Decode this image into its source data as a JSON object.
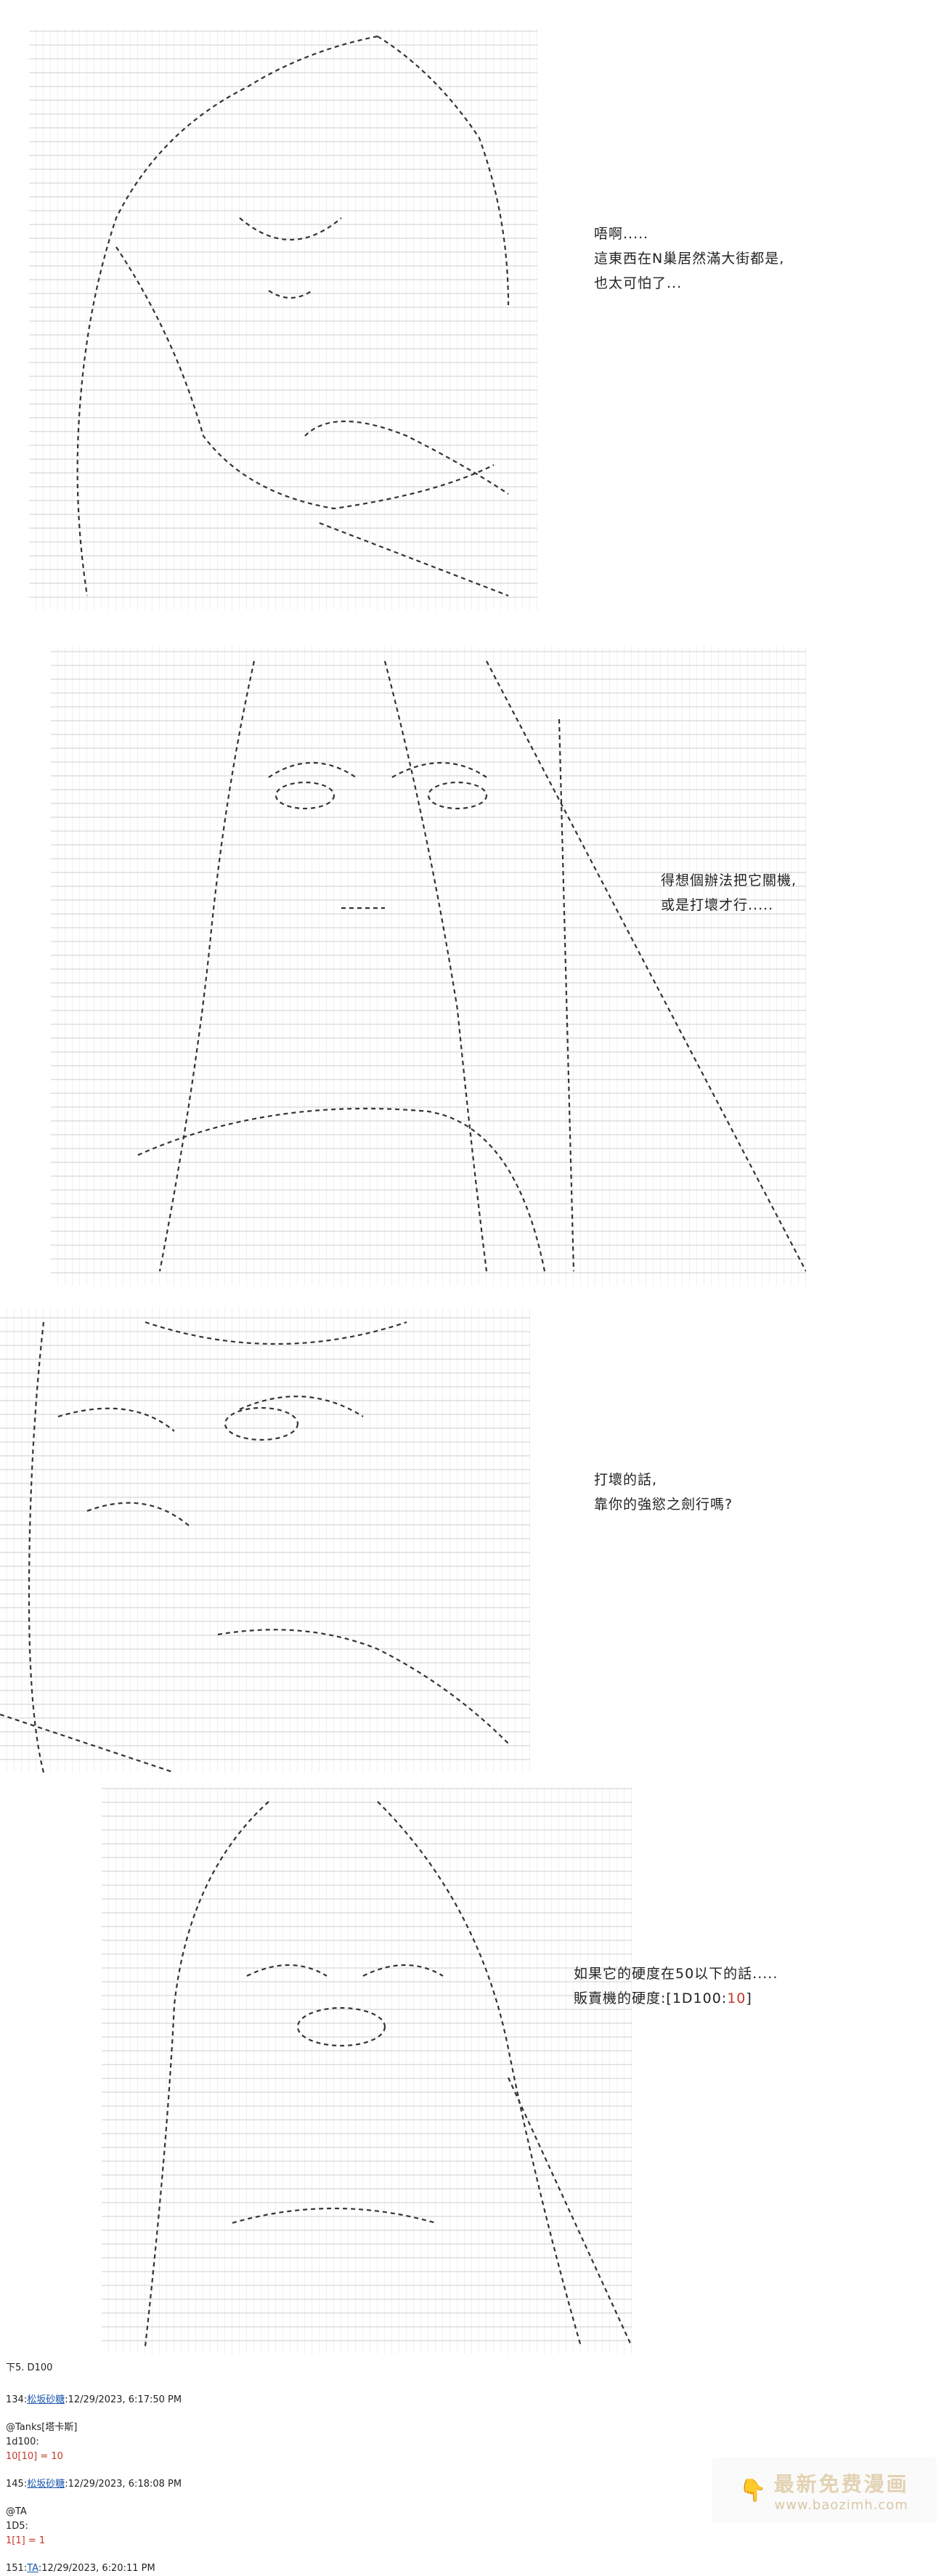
{
  "panels": [
    {
      "lines": [
        "唔啊.....",
        "這東西在N巢居然滿大街都是,",
        "也太可怕了..."
      ]
    },
    {
      "lines": [
        "得想個辦法把它關機,",
        "或是打壞才行....."
      ]
    },
    {
      "lines": [
        "打壞的話,",
        "靠你的強慾之劍行嗎?"
      ]
    },
    {
      "line1": "如果它的硬度在50以下的話.....",
      "line2_prefix": "販賣機的硬度:[1D100:",
      "line2_value": "10",
      "line2_suffix": "]"
    }
  ],
  "log": {
    "header": "下5. D100",
    "post1": {
      "num": "134:",
      "name": "松坂砂糖",
      "time": ":12/29/2023, 6:17:50 PM"
    },
    "line_tag": "@Tanks[塔卡斯]",
    "line_roll": "1d100:",
    "roll_result": "10[10] = 10",
    "post2": {
      "num": "145:",
      "name": "松坂砂糖",
      "time": ":12/29/2023, 6:18:08 PM"
    },
    "line_ta": "@TA",
    "line_1d5": "1D5:",
    "roll2_result": "1[1] = 1",
    "post3": {
      "num": "151:",
      "name": "TA",
      "time": ":12/29/2023, 6:20:11 PM"
    }
  },
  "watermark": {
    "brand_mark": "👇",
    "title": "最新免费漫画",
    "url": "www.baozimh.com"
  }
}
